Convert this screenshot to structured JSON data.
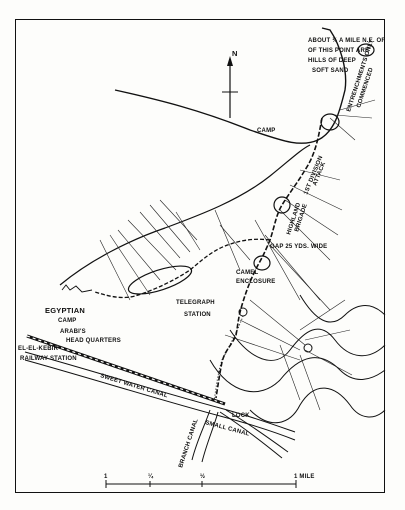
{
  "map": {
    "north": "N",
    "labels": {
      "about_line1": "ABOUT ½ A MILE N.E. OF",
      "about_line2": "OF THIS POINT ARE",
      "about_line3": "HILLS OF DEEP",
      "about_line4": "SOFT SAND",
      "camp": "CAMP",
      "entrenchments": "ENTRENCHMENTS ONLY",
      "commenced": "COMMENCED",
      "first_division": "1ST DIVISION",
      "attack": "ATTACK",
      "highland_brigade": "HIGHLAND",
      "brigade_attack": "BRIGADE",
      "gap": "GAP 25 YDS. WIDE",
      "camel": "CAMEL",
      "enclosure": "ENCLOSURE",
      "telegraph": "TELEGRAPH",
      "station": "STATION",
      "egyptian": "EGYPTIAN",
      "egyptian_camp": "CAMP",
      "arabis": "ARABI'S",
      "head_quarters": "HEAD QUARTERS",
      "el_kebir": "EL-EL-KEBIR",
      "railway_station": "RAILWAY  STATION",
      "sweet_water": "SWEET WATER CANAL",
      "lock": "LOCK",
      "branch_canal": "BRANCH CANAL",
      "small_canal": "SMALL CANAL",
      "scale_1": "1",
      "scale_q": "¼",
      "scale_h": "½",
      "scale_mile": "1 MILE"
    }
  }
}
